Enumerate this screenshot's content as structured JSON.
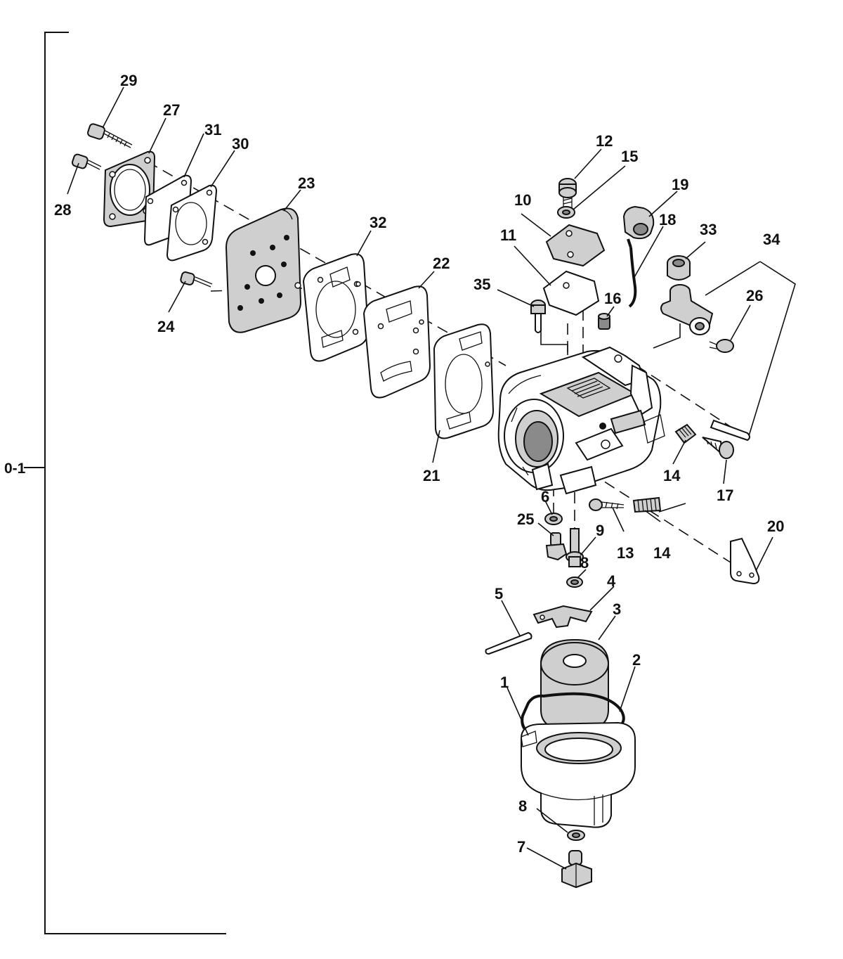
{
  "figure_ref": "0-1",
  "callouts": [
    {
      "id": "1",
      "text": "1"
    },
    {
      "id": "2",
      "text": "2"
    },
    {
      "id": "3",
      "text": "3"
    },
    {
      "id": "4",
      "text": "4"
    },
    {
      "id": "5",
      "text": "5"
    },
    {
      "id": "6",
      "text": "6"
    },
    {
      "id": "7",
      "text": "7"
    },
    {
      "id": "8a",
      "text": "8"
    },
    {
      "id": "8b",
      "text": "8"
    },
    {
      "id": "9",
      "text": "9"
    },
    {
      "id": "10",
      "text": "10"
    },
    {
      "id": "11",
      "text": "11"
    },
    {
      "id": "12",
      "text": "12"
    },
    {
      "id": "13",
      "text": "13"
    },
    {
      "id": "14a",
      "text": "14"
    },
    {
      "id": "14b",
      "text": "14"
    },
    {
      "id": "15",
      "text": "15"
    },
    {
      "id": "16",
      "text": "16"
    },
    {
      "id": "17",
      "text": "17"
    },
    {
      "id": "18",
      "text": "18"
    },
    {
      "id": "19",
      "text": "19"
    },
    {
      "id": "20",
      "text": "20"
    },
    {
      "id": "21",
      "text": "21"
    },
    {
      "id": "22",
      "text": "22"
    },
    {
      "id": "23",
      "text": "23"
    },
    {
      "id": "24",
      "text": "24"
    },
    {
      "id": "25",
      "text": "25"
    },
    {
      "id": "26",
      "text": "26"
    },
    {
      "id": "27",
      "text": "27"
    },
    {
      "id": "28",
      "text": "28"
    },
    {
      "id": "29",
      "text": "29"
    },
    {
      "id": "30",
      "text": "30"
    },
    {
      "id": "31",
      "text": "31"
    },
    {
      "id": "32",
      "text": "32"
    },
    {
      "id": "33",
      "text": "33"
    },
    {
      "id": "34",
      "text": "34"
    },
    {
      "id": "35",
      "text": "35"
    }
  ]
}
